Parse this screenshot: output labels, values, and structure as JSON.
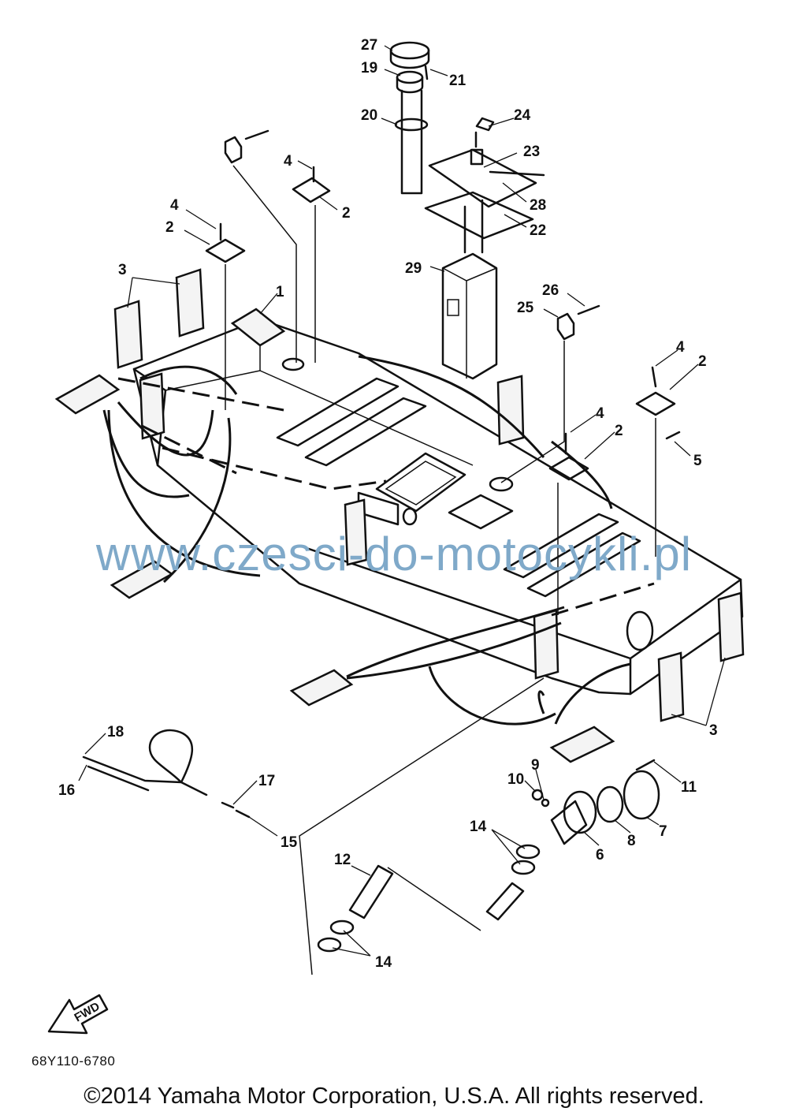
{
  "watermark": "www.czesci-do-motocykli.pl",
  "diagram_code": "68Y110-6780",
  "copyright": "©2014 Yamaha Motor Corporation, U.S.A. All rights reserved.",
  "fwd_label": "FWD",
  "callouts": [
    "27",
    "19",
    "21",
    "20",
    "24",
    "23",
    "28",
    "22",
    "29",
    "4",
    "2",
    "4",
    "2",
    "3",
    "1",
    "26",
    "25",
    "4",
    "2",
    "5",
    "4",
    "2",
    "3",
    "18",
    "16",
    "17",
    "15",
    "9",
    "10",
    "11",
    "7",
    "8",
    "6",
    "14",
    "12",
    "14"
  ]
}
